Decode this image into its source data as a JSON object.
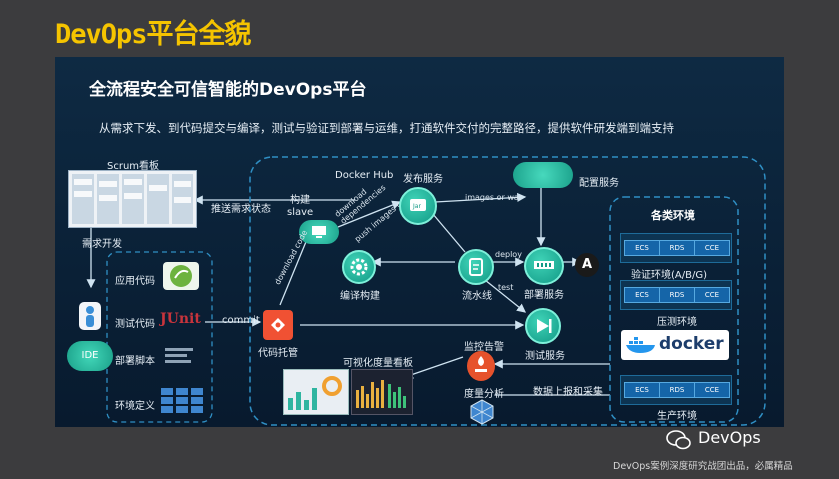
{
  "page_title": "DevOps平台全貌",
  "slide": {
    "title": "全流程安全可信智能的DevOps平台",
    "subtitle": "从需求下发、到代码提交与编译，测试与验证到部署与运维，打通软件交付的完整路径，提供软件研发端到端支持"
  },
  "left": {
    "scrum": "Scrum看板",
    "need_dev": "需求开发",
    "ide": "IDE",
    "push_status": "推送需求状态",
    "app_code": "应用代码",
    "test_code": "测试代码",
    "deploy_script": "部署脚本",
    "env_def": "环境定义",
    "junit": "JUnit",
    "commit": "commit"
  },
  "center": {
    "build_slave": "构建\nslave",
    "docker_hub": "Docker Hub",
    "publish": "发布服务",
    "images_war": "images or war",
    "config": "配置服务",
    "download_deps": "download dependencies",
    "push_images": "push images or war",
    "download_code": "download code",
    "compile": "编译构建",
    "pipeline": "流水线",
    "deploy": "deploy",
    "test": "test",
    "deploy_service": "部署服务",
    "test_service": "测试服务",
    "code_host": "代码托管",
    "dashboard": "可视化度量看板",
    "monitor": "监控告警",
    "metrics": "度量分析",
    "report": "数据上报和采集"
  },
  "envs": {
    "title": "各类环境",
    "chips": [
      "ECS",
      "RDS",
      "CCE"
    ],
    "verify": "验证环境(A/B/G)",
    "stress": "压测环境",
    "prod": "生产环境",
    "docker": "docker"
  },
  "footer": {
    "wechat": "DevOps",
    "note": "DevOps案例深度研究战团出品，必属精品"
  },
  "colors": {
    "title_yellow": "#f5c400",
    "teal": "#1fb59b",
    "blue_chip": "#1565a8",
    "dash": "#2f8fc4"
  }
}
